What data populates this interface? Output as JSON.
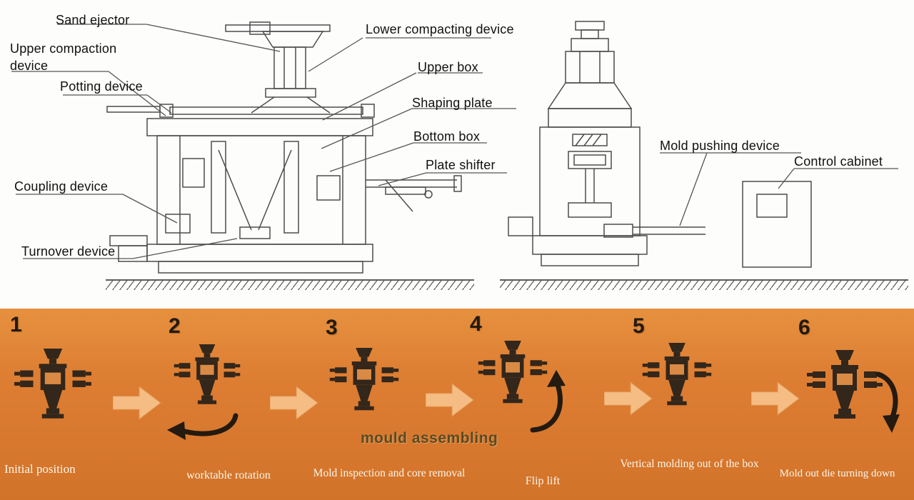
{
  "machine_diagram": {
    "left_labels": [
      {
        "id": "sand-ejector",
        "text": "Sand ejector"
      },
      {
        "id": "upper-compaction-device",
        "text": "Upper compaction device"
      },
      {
        "id": "potting-device",
        "text": "Potting device"
      },
      {
        "id": "coupling-device",
        "text": "Coupling device"
      },
      {
        "id": "turnover-device",
        "text": "Turnover device"
      }
    ],
    "center_labels": [
      {
        "id": "lower-compacting-device",
        "text": "Lower compacting device"
      },
      {
        "id": "upper-box",
        "text": "Upper box"
      },
      {
        "id": "shaping-plate",
        "text": "Shaping plate"
      },
      {
        "id": "bottom-box",
        "text": "Bottom box"
      },
      {
        "id": "plate-shifter",
        "text": "Plate shifter"
      }
    ],
    "right_labels": [
      {
        "id": "mold-pushing-device",
        "text": "Mold pushing device"
      },
      {
        "id": "control-cabinet",
        "text": "Control cabinet"
      }
    ]
  },
  "process_strip": {
    "note": "mould assembling",
    "steps": [
      {
        "num": "1",
        "label": "Initial position"
      },
      {
        "num": "2",
        "label": "worktable rotation"
      },
      {
        "num": "3",
        "label": "Mold inspection and core removal"
      },
      {
        "num": "4",
        "label": "Flip lift"
      },
      {
        "num": "5",
        "label": "Vertical molding out of the box"
      },
      {
        "num": "6",
        "label": "Mold out   die turning down"
      }
    ]
  },
  "colors": {
    "strip_background": "#dd7e33",
    "strip_arrow": "#f5bd84",
    "icon_dark": "#33261a",
    "label_text_top": "#101010",
    "label_text_strip": "#fdf6ea",
    "note_text": "#5a4a22"
  }
}
